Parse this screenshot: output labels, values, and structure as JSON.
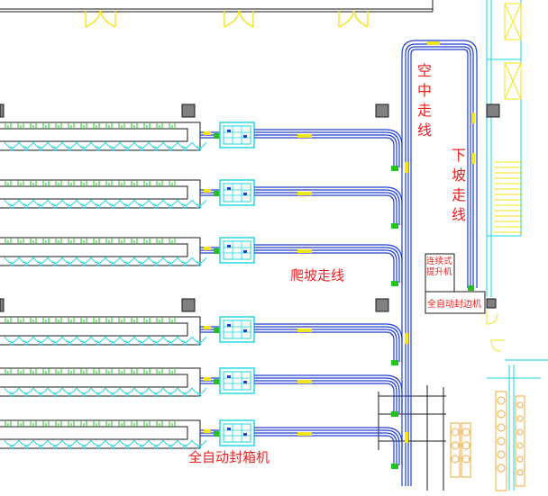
{
  "labels": {
    "aerial_line": [
      "空",
      "中",
      "走",
      "线"
    ],
    "downslope_line": [
      "下",
      "坡",
      "走",
      "线"
    ],
    "climb_line": "爬坡走线",
    "case_sealer": "全自动封箱机",
    "lift_1": "连续式",
    "lift_2": "提升机",
    "edge_sealer": "全自动封边机"
  },
  "colors": {
    "background": "#ffffff",
    "outline": "#1a1a1a",
    "conveyor": "#1f3fd0",
    "accent_yellow": "#f2e31a",
    "cyan": "#19d4e0",
    "green": "#21c21f",
    "label_red": "#e8201e",
    "pillar": "#808080",
    "orange": "#f2a83a"
  },
  "production_lines": 6
}
